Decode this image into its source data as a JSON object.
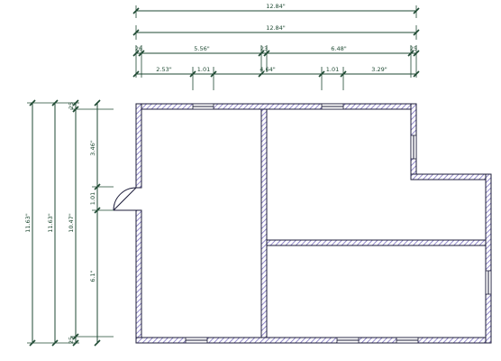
{
  "dimensions": {
    "top_overall_1": "12.84\"",
    "top_overall_2": "12.84\"",
    "top_mid": [
      "26",
      "5.56\"",
      "23",
      "6.48\"",
      "25"
    ],
    "top_low": [
      "2.53\"",
      "1.01",
      "4.64\"",
      "1.01",
      "3.29\""
    ],
    "left_outer": "11.63\"",
    "left_mid": "11.63\"",
    "left_inner_total": "10.47\"",
    "left_segments": [
      "3.46\"",
      "1.01",
      "6.1\""
    ],
    "left_top_small": "25",
    "left_bottom_small": "25"
  },
  "colors": {
    "dimension": "#1f4a33",
    "wall": "#1c1c3a",
    "hatch": "#7a6fc0"
  }
}
